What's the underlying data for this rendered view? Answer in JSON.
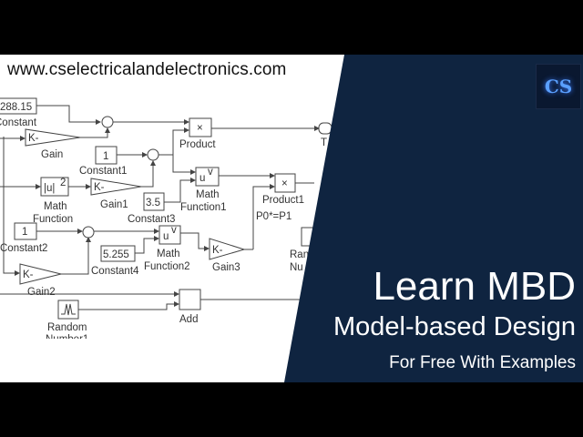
{
  "website": "www.cselectricalandelectronics.com",
  "logo_text": "CS",
  "title": "Learn MBD",
  "subtitle": "Model-based Design",
  "tagline": "For Free With Examples",
  "colors": {
    "panel": "#0f2440",
    "letterbox": "#000000",
    "text_on_panel": "#ffffff"
  },
  "diagram": {
    "blocks": {
      "constant_value": "288.15",
      "constant_label": "Constant",
      "gain_value": "K-",
      "gain_label": "Gain",
      "product_symbol": "×",
      "product_label": "Product",
      "constant1_value": "1",
      "constant1_label": "Constant1",
      "mathfn_value": "|u|",
      "mathfn_exp": "2",
      "mathfn_label1": "Math",
      "mathfn_label2": "Function",
      "gain1_value": "K-",
      "gain1_label": "Gain1",
      "mathfn1_value": "u",
      "mathfn1_exp": "v",
      "mathfn1_label1": "Math",
      "mathfn1_label2": "Function1",
      "constant3_value": "3.5",
      "constant3_label": "Constant3",
      "product1_symbol": "×",
      "product1_label": "Product1",
      "product1_note": "P0*=P1",
      "constant2_value": "1",
      "constant2_label": "Constant2",
      "mathfn2_value": "u",
      "mathfn2_exp": "v",
      "mathfn2_label1": "Math",
      "mathfn2_label2": "Function2",
      "constant4_value": "5.255",
      "constant4_label": "Constant4",
      "gain3_value": "K-",
      "gain3_label": "Gain3",
      "gain2_value": "K-",
      "gain2_label": "Gain2",
      "add_label": "Add",
      "random_label1": "Random",
      "random_label2": "Number1",
      "partial_label1": "Ran",
      "partial_label2": "Nu",
      "partial_t": "T"
    }
  }
}
